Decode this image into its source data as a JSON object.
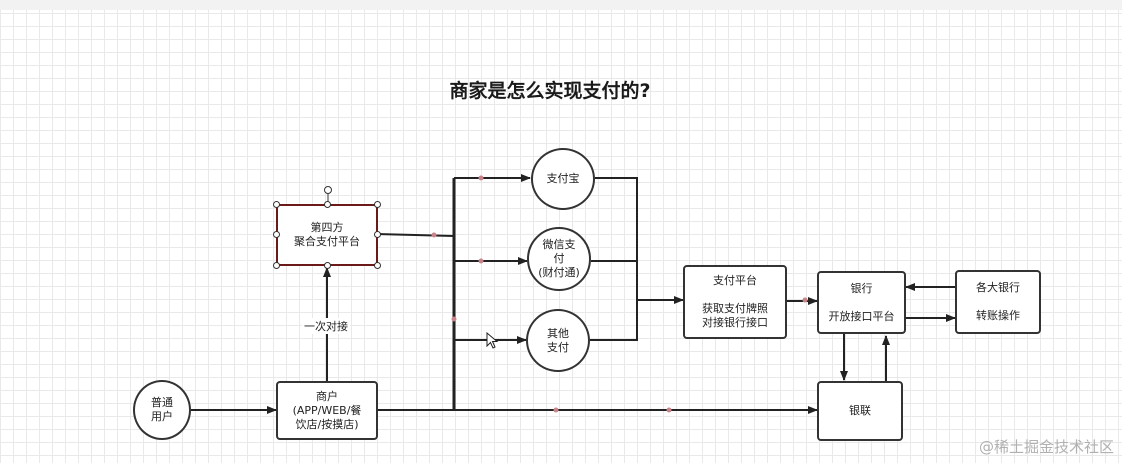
{
  "title": "商家是怎么实现支付的?",
  "nodes": {
    "fourth_party": "第四方\n聚合支付平台",
    "alipay": "支付宝",
    "wechat": "微信支\n付\n(财付通)",
    "other": "其他\n支付",
    "payment_platform": "支付平台\n\n获取支付牌照\n对接银行接口",
    "bank": "银行\n\n开放接口平台",
    "major_banks": "各大银行\n\n转账操作",
    "user": "普通\n用户",
    "merchant": "商户\n(APP/WEB/餐\n饮店/按摸店)",
    "unionpay": "银联"
  },
  "edge_label": "一次对接",
  "watermark": "@稀土掘金技术社区",
  "colors": {
    "stroke": "#333333",
    "connection_dot": "#c9848a",
    "selected_border": "#6b1a1a"
  }
}
